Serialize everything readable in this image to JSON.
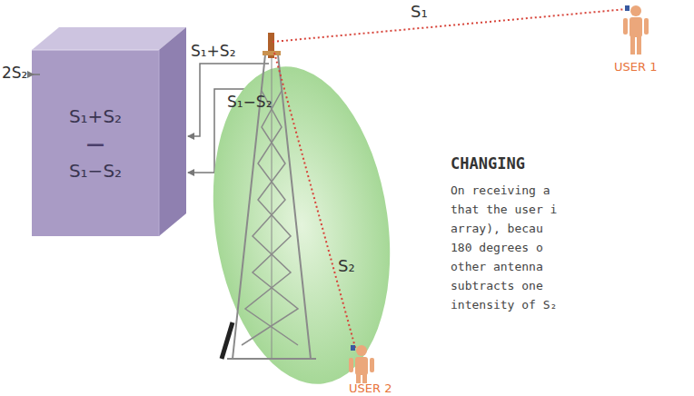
{
  "diagram": {
    "nodes": [
      {
        "text": [
          "S₁+S₂",
          "—",
          "S₁−S₂"
        ]
      }
    ],
    "labels": [
      "S₁",
      "S₁+S₂",
      "S₁−S₂",
      "2S₂",
      "S₂",
      "USER 1",
      "USER 2",
      "CHANGING",
      "On receiving a",
      "that the user i",
      "array), becau",
      "180 degrees o",
      "other antenna",
      "subtracts one",
      "intensity of S₂"
    ]
  }
}
